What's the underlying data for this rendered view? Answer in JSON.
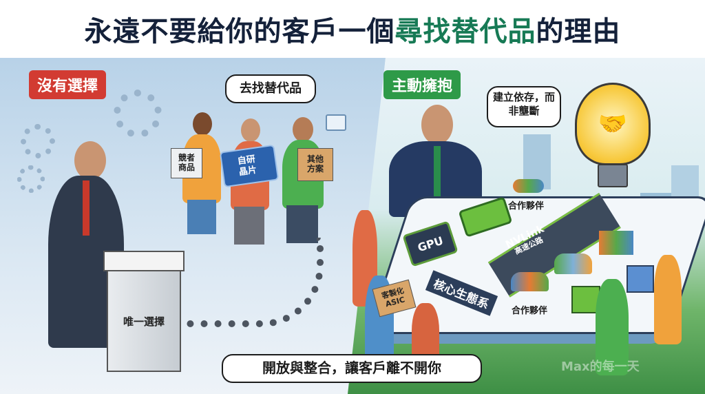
{
  "title": {
    "prefix": "永遠不要給你的客戶一個",
    "highlight": "尋找替代品",
    "suffix": "的理由"
  },
  "left_panel": {
    "badge": "沒有選擇",
    "speech_bubble": "去找替代品",
    "box_competitor": "競者商品",
    "sign_in_house_chip": "自研晶片",
    "box_other": "其他方案",
    "pillar": "唯一選擇"
  },
  "right_panel": {
    "badge": "主動擁抱",
    "speech_bubble": "建立依存，而非壟斷",
    "gpu_chip": "GPU",
    "highway_label": "NVLink",
    "highway_sublabel": "高速公路",
    "partners_top": "合作夥伴",
    "partners_bottom": "合作夥伴",
    "ecosystem_label": "核心生態系",
    "box_asic": "客製化ASIC"
  },
  "bottom_bubble": "開放與整合，讓客戶離不開你",
  "watermark": "Max的每一天",
  "colors": {
    "title": "#14213a",
    "highlight": "#177a55",
    "red_badge": "#d23b32",
    "green_badge": "#2e9a48"
  }
}
